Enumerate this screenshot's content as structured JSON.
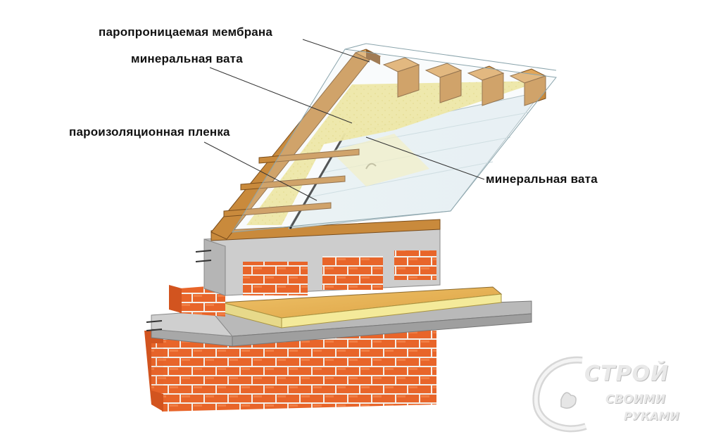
{
  "labels": {
    "membrane": "паропроницаемая мембрана",
    "wool_top": "минеральная вата",
    "vapor_film": "пароизоляционная пленка",
    "wool_right": "минеральная вата"
  },
  "logo": {
    "line1": "СТРОЙ",
    "line2": "СВОИМИ",
    "line3": "РУКАМИ"
  },
  "colors": {
    "brick": "#e8652a",
    "brick_mortar": "#f3efe9",
    "wood": "#c98a3c",
    "wood_dark": "#8a5620",
    "wool": "#f0e58e",
    "concrete": "#c9c9c9",
    "film": "#dfe9ee",
    "slab_top": "#e9b64f"
  }
}
